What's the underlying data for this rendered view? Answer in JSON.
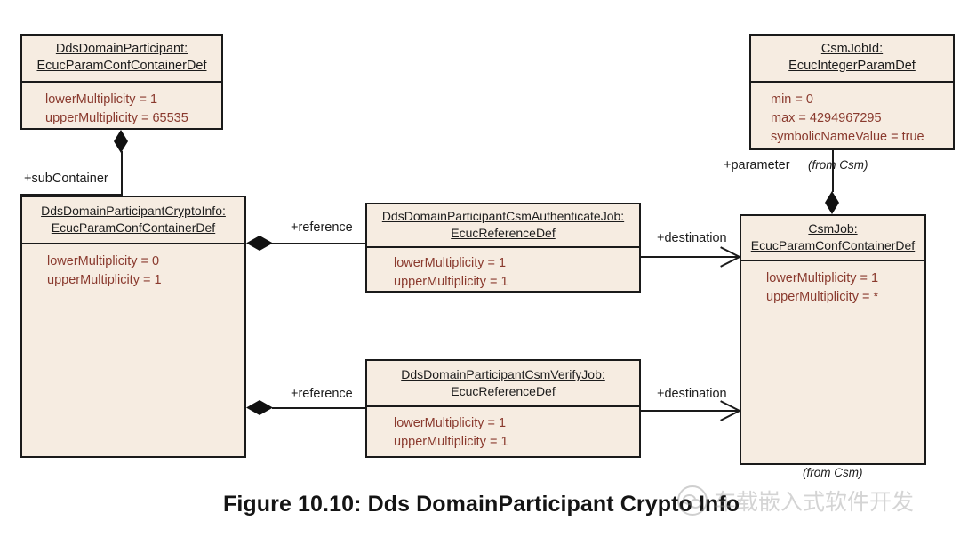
{
  "figure": {
    "caption": "Figure 10.10: Dds DomainParticipant Crypto Info"
  },
  "watermark": {
    "logo_icon": "wechat-logo-icon",
    "text": "车载嵌入式软件开发"
  },
  "classes": {
    "dds_domain_participant": {
      "name": "DdsDomainParticipant:",
      "stereotype": "EcucParamConfContainerDef",
      "attributes": [
        "lowerMultiplicity = 1",
        "upperMultiplicity = 65535"
      ]
    },
    "csm_job_id": {
      "name": "CsmJobId:",
      "stereotype": "EcucIntegerParamDef",
      "attributes": [
        "min = 0",
        "max = 4294967295",
        "symbolicNameValue = true"
      ],
      "package_note": "(from Csm)"
    },
    "crypto_info": {
      "name": "DdsDomainParticipantCryptoInfo:",
      "stereotype": "EcucParamConfContainerDef",
      "attributes": [
        "lowerMultiplicity = 0",
        "upperMultiplicity = 1"
      ]
    },
    "authenticate_job": {
      "name": "DdsDomainParticipantCsmAuthenticateJob:",
      "stereotype": "EcucReferenceDef",
      "attributes": [
        "lowerMultiplicity = 1",
        "upperMultiplicity = 1"
      ]
    },
    "verify_job": {
      "name": "DdsDomainParticipantCsmVerifyJob:",
      "stereotype": "EcucReferenceDef",
      "attributes": [
        "lowerMultiplicity = 1",
        "upperMultiplicity = 1"
      ]
    },
    "csm_job": {
      "name": "CsmJob:",
      "stereotype": "EcucParamConfContainerDef",
      "attributes": [
        "lowerMultiplicity = 1",
        "upperMultiplicity = *"
      ],
      "package_note": "(from Csm)"
    }
  },
  "relations": {
    "sub_container": {
      "label": "+subContainer"
    },
    "reference_authenticate": {
      "label": "+reference"
    },
    "reference_verify": {
      "label": "+reference"
    },
    "destination_authenticate": {
      "label": "+destination"
    },
    "destination_verify": {
      "label": "+destination"
    },
    "parameter": {
      "label": "+parameter"
    }
  },
  "colors": {
    "box_fill": "#f6ece1",
    "box_border": "#1a1a1a",
    "attribute_text": "#8a3a2e",
    "title_text": "#1c1c1c",
    "canvas": "#ffffff"
  }
}
